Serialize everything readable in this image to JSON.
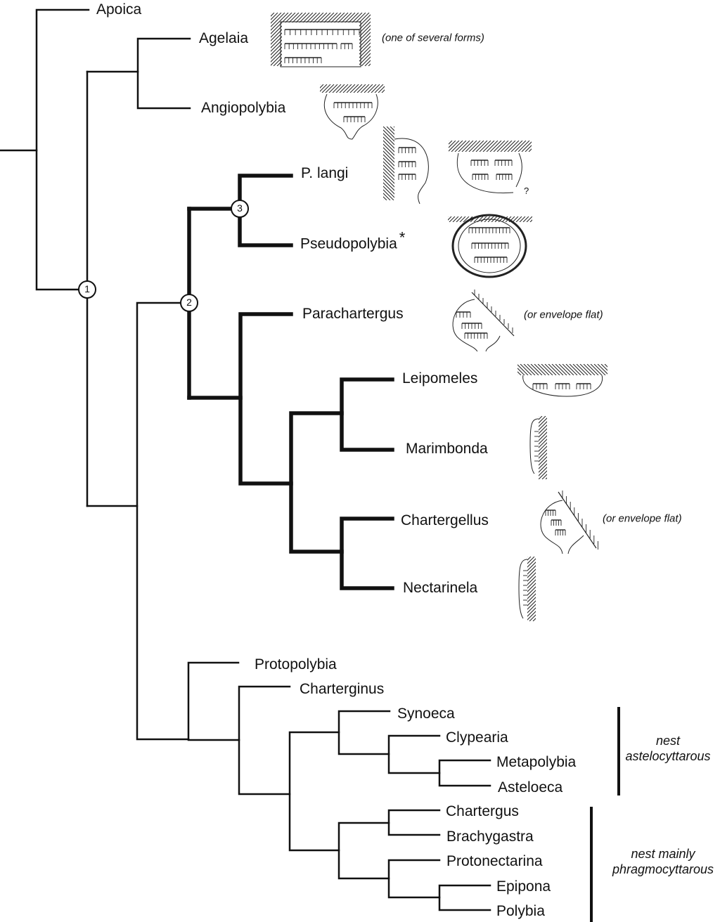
{
  "diagram": {
    "type": "phylogenetic-tree",
    "taxa": [
      {
        "id": "apoica",
        "label": "Apoica"
      },
      {
        "id": "agelaia",
        "label": "Agelaia",
        "note": "(one of several forms)"
      },
      {
        "id": "angiopolybia",
        "label": "Angiopolybia"
      },
      {
        "id": "plangi",
        "label": "P. langi",
        "note": "?"
      },
      {
        "id": "pseudopolybia",
        "label": "Pseudopolybia",
        "mark": "*"
      },
      {
        "id": "parachartergus",
        "label": "Parachartergus",
        "note": "(or envelope flat)"
      },
      {
        "id": "leipomeles",
        "label": "Leipomeles"
      },
      {
        "id": "marimbonda",
        "label": "Marimbonda"
      },
      {
        "id": "chartergellus",
        "label": "Chartergellus",
        "note": "(or envelope flat)"
      },
      {
        "id": "nectarinela",
        "label": "Nectarinela"
      },
      {
        "id": "protopolybia",
        "label": "Protopolybia"
      },
      {
        "id": "charterginus",
        "label": "Charterginus"
      },
      {
        "id": "synoeca",
        "label": "Synoeca"
      },
      {
        "id": "clypearia",
        "label": "Clypearia"
      },
      {
        "id": "metapolybia",
        "label": "Metapolybia"
      },
      {
        "id": "asteloeca",
        "label": "Asteloeca"
      },
      {
        "id": "chartergus",
        "label": "Chartergus"
      },
      {
        "id": "brachygastra",
        "label": "Brachygastra"
      },
      {
        "id": "protonectarina",
        "label": "Protonectarina"
      },
      {
        "id": "epipona",
        "label": "Epipona"
      },
      {
        "id": "polybia",
        "label": "Polybia"
      }
    ],
    "nodes": [
      {
        "label": "1"
      },
      {
        "label": "2"
      },
      {
        "label": "3"
      }
    ],
    "groups": [
      {
        "line1": "nest",
        "line2": "astelocyttarous"
      },
      {
        "line1": "nest mainly",
        "line2": "phragmocyttarous"
      }
    ],
    "highlighted_clade": "node 2 (thick branches)",
    "colors": {
      "ink": "#111111",
      "background": "#ffffff"
    }
  }
}
